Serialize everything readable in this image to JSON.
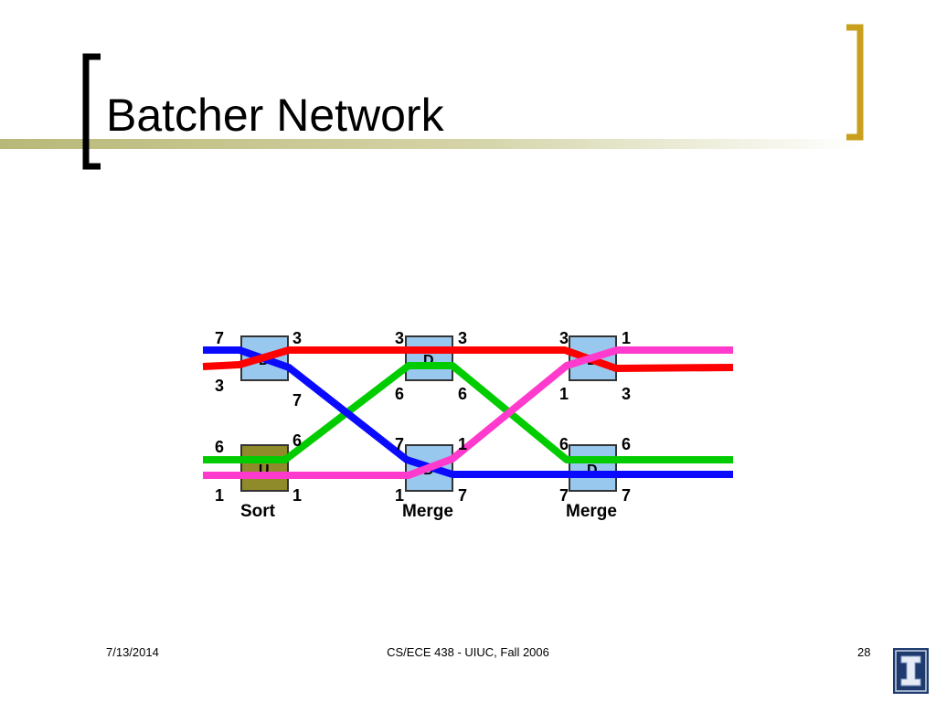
{
  "slide": {
    "title": "Batcher Network",
    "footer_date": "7/13/2014",
    "footer_course": "CS/ECE 438 - UIUC, Fall 2006",
    "page_number": "28"
  },
  "colors": {
    "bracket_left": "#000000",
    "bracket_right": "#c8a01e",
    "title_bar": "#b8b878",
    "merge_box": "#99c8ee",
    "sort_box": "#8f8a2a",
    "wire_blue": "#0a0aff",
    "wire_red": "#ff0000",
    "wire_green": "#00cc00",
    "wire_magenta": "#ff3acd",
    "logo_bg": "#1e3a6e"
  },
  "diagram": {
    "box_labels": {
      "s1_top": "D",
      "s1_bottom": "U",
      "s2_top": "D",
      "s2_bottom": "D",
      "s3_top": "D",
      "s3_bottom": "D"
    },
    "stage1": {
      "top_in": "7",
      "top_in_lower": "3",
      "top_out": "3",
      "top_out_lower": "7",
      "bot_in": "6",
      "bot_in_lower": "1",
      "bot_out": "6",
      "bot_out_lower": "1"
    },
    "stage2": {
      "top_in": "3",
      "top_in_lower": "6",
      "top_out": "3",
      "top_out_lower": "6",
      "bot_in": "7",
      "bot_in_lower": "1",
      "bot_out": "1",
      "bot_out_lower": "7"
    },
    "stage3": {
      "top_in": "3",
      "top_in_lower": "1",
      "top_out": "1",
      "top_out_lower": "3",
      "bot_in": "6",
      "bot_in_lower": "7",
      "bot_out": "6",
      "bot_out_lower": "7"
    },
    "captions": {
      "sort": "Sort",
      "merge1": "Merge",
      "merge2": "Merge"
    }
  }
}
